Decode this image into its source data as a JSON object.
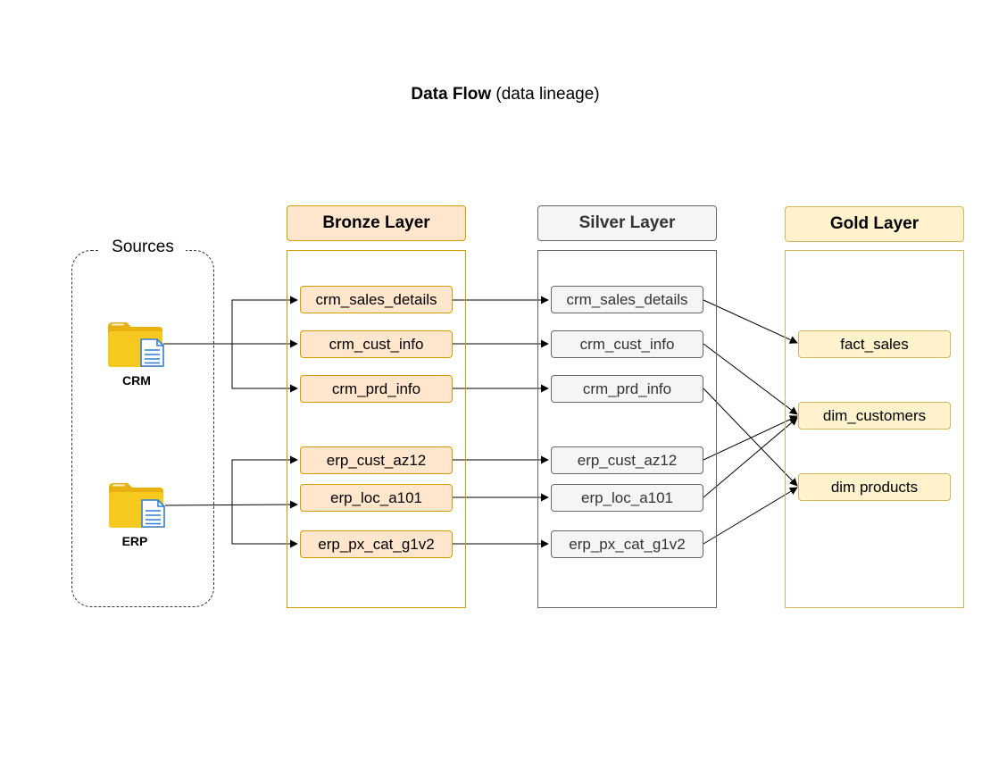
{
  "title": {
    "bold": "Data Flow",
    "rest": "(data lineage)"
  },
  "sources": {
    "label": "Sources",
    "items": [
      {
        "name": "CRM",
        "icon": "folder-document-icon"
      },
      {
        "name": "ERP",
        "icon": "folder-document-icon"
      }
    ]
  },
  "bronze": {
    "title": "Bronze Layer",
    "tables": [
      "crm_sales_details",
      "crm_cust_info",
      "crm_prd_info",
      "erp_cust_az12",
      "erp_loc_a101",
      "erp_px_cat_g1v2"
    ]
  },
  "silver": {
    "title": "Silver Layer",
    "tables": [
      "crm_sales_details",
      "crm_cust_info",
      "crm_prd_info",
      "erp_cust_az12",
      "erp_loc_a101",
      "erp_px_cat_g1v2"
    ]
  },
  "gold": {
    "title": "Gold Layer",
    "tables": [
      "fact_sales",
      "dim_customers",
      "dim products"
    ]
  },
  "edges": [
    {
      "from": "CRM",
      "to": "bronze.crm_sales_details"
    },
    {
      "from": "CRM",
      "to": "bronze.crm_cust_info"
    },
    {
      "from": "CRM",
      "to": "bronze.crm_prd_info"
    },
    {
      "from": "ERP",
      "to": "bronze.erp_cust_az12"
    },
    {
      "from": "ERP",
      "to": "bronze.erp_loc_a101"
    },
    {
      "from": "ERP",
      "to": "bronze.erp_px_cat_g1v2"
    },
    {
      "from": "bronze.crm_sales_details",
      "to": "silver.crm_sales_details"
    },
    {
      "from": "bronze.crm_cust_info",
      "to": "silver.crm_cust_info"
    },
    {
      "from": "bronze.crm_prd_info",
      "to": "silver.crm_prd_info"
    },
    {
      "from": "bronze.erp_cust_az12",
      "to": "silver.erp_cust_az12"
    },
    {
      "from": "bronze.erp_loc_a101",
      "to": "silver.erp_loc_a101"
    },
    {
      "from": "bronze.erp_px_cat_g1v2",
      "to": "silver.erp_px_cat_g1v2"
    },
    {
      "from": "silver.crm_sales_details",
      "to": "gold.fact_sales"
    },
    {
      "from": "silver.crm_cust_info",
      "to": "gold.dim_customers"
    },
    {
      "from": "silver.crm_prd_info",
      "to": "gold.dim products"
    },
    {
      "from": "silver.erp_cust_az12",
      "to": "gold.dim_customers"
    },
    {
      "from": "silver.erp_loc_a101",
      "to": "gold.dim_customers"
    },
    {
      "from": "silver.erp_px_cat_g1v2",
      "to": "gold.dim products"
    }
  ],
  "colors": {
    "bronze_fill": "#ffe6cc",
    "bronze_stroke": "#d79b00",
    "silver_fill": "#f5f5f5",
    "silver_stroke": "#666666",
    "gold_fill": "#fff2cc",
    "gold_stroke": "#d6b656",
    "folder": "#f5c518",
    "document": "#2f7fd8"
  }
}
